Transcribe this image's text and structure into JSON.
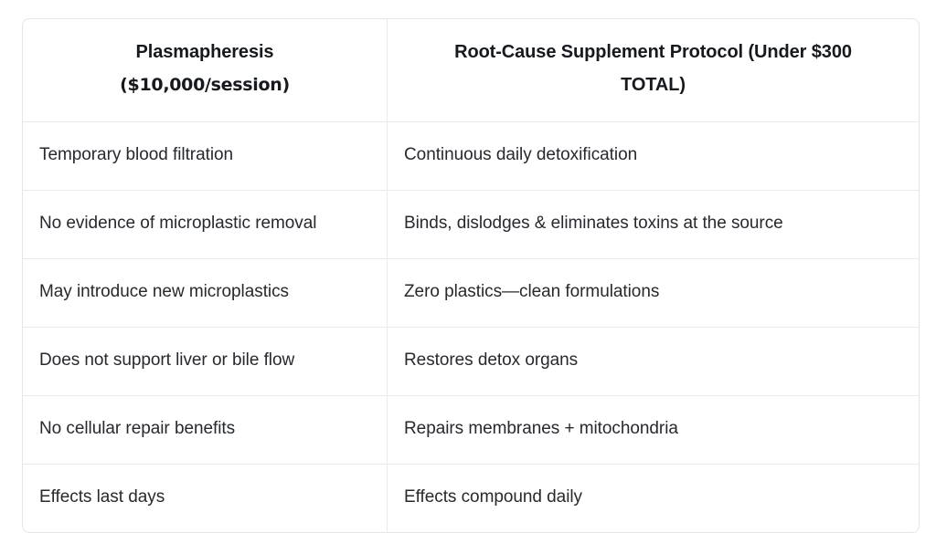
{
  "table": {
    "columns": [
      {
        "id": "plasmapheresis",
        "header_line1": "Plasmapheresis",
        "header_line2": "($10,000/session)"
      },
      {
        "id": "supplement-protocol",
        "header_line1": "Root-Cause Supplement Protocol (Under $300",
        "header_line2": "TOTAL)"
      }
    ],
    "rows": [
      {
        "left": "Temporary blood filtration",
        "right": "Continuous daily detoxification"
      },
      {
        "left": "No evidence of microplastic removal",
        "right": "Binds, dislodges & eliminates toxins at the source"
      },
      {
        "left": "May introduce new microplastics",
        "right": "Zero plastics—clean formulations"
      },
      {
        "left": "Does not support liver or bile flow",
        "right": "Restores detox organs"
      },
      {
        "left": "No cellular repair benefits",
        "right": "Repairs membranes + mitochondria"
      },
      {
        "left": "Effects last days",
        "right": "Effects compound daily"
      }
    ]
  },
  "colors": {
    "border": "#e8eaec",
    "outer_border": "#e4e6e8",
    "header_text": "#16191d",
    "body_text": "#26292e",
    "background": "#ffffff"
  }
}
